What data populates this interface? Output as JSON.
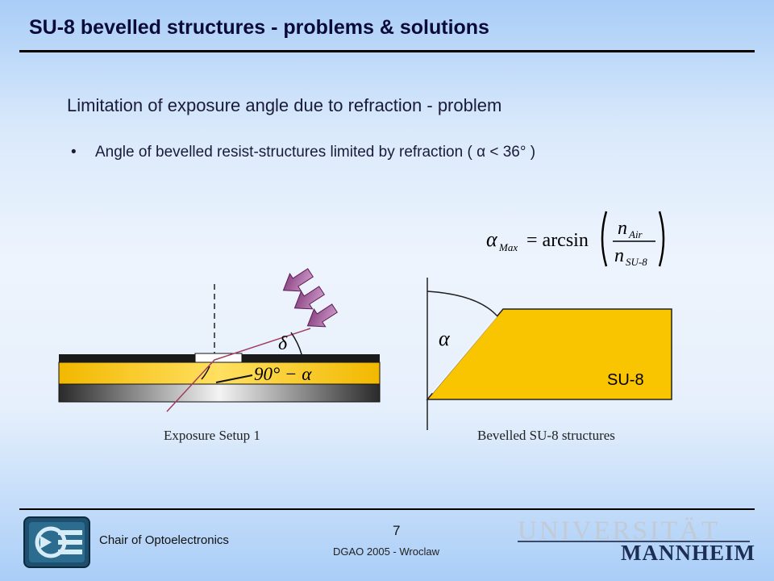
{
  "slide": {
    "title": "SU-8 bevelled structures - problems & solutions",
    "heading": "Limitation of exposure angle due to refraction - problem",
    "bullet": {
      "marker": "•",
      "text": "Angle of bevelled resist-structures limited by refraction ( α < 36° )"
    }
  },
  "formula": {
    "lhs": "α",
    "lhs_sub": "Max",
    "equals": "= arcsin",
    "numerator": "n",
    "numerator_sub": "Air",
    "denominator": "n",
    "denominator_sub": "SU-8"
  },
  "figure_left": {
    "delta_symbol": "δ",
    "angle_label": "90° − α",
    "caption": "Exposure Setup 1"
  },
  "figure_right": {
    "alpha_symbol": "α",
    "block_label": "SU-8",
    "caption": "Bevelled SU-8 structures"
  },
  "footer": {
    "chair": "Chair of Optoelectronics",
    "page_number": "7",
    "conference": "DGAO 2005 - Wroclaw",
    "university_line1": "UNIVERSITÄT",
    "university_line2": "MANNHEIM"
  },
  "colors": {
    "su8_yellow": "#f9c400",
    "arrow_purple": "#a25b9c",
    "ray_color": "#a33a60",
    "background_light": "#eef4fd",
    "background_blue": "#a9cdf7"
  },
  "icons": [
    "chair-logo-icon",
    "exposure-arrow-icon"
  ]
}
